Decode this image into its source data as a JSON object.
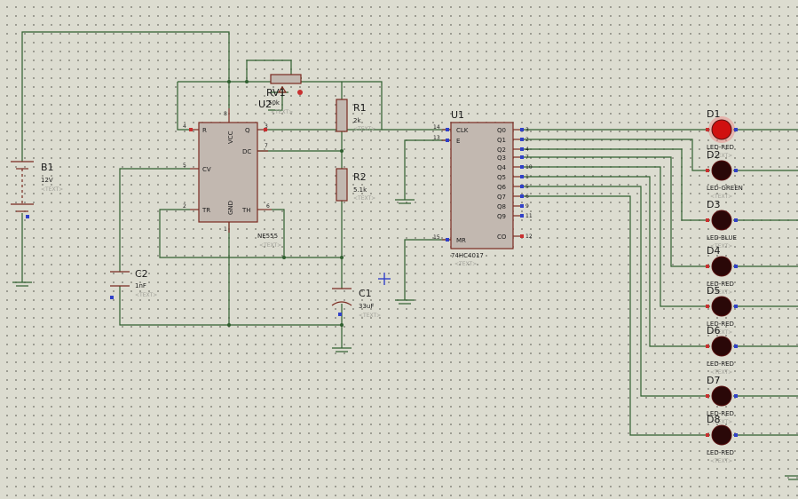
{
  "components": {
    "battery": {
      "ref": "B1",
      "value": "12V",
      "sub": "<TEXT>"
    },
    "timer": {
      "ref": "U2",
      "part": "NE555",
      "sub": "<TEXT>",
      "pins": {
        "r": "R",
        "vcc": "VCC",
        "q": "Q",
        "dc": "DC",
        "cv": "CV",
        "tr": "TR",
        "gnd": "GND",
        "th": "TH"
      },
      "nums": {
        "p4": "4",
        "p8": "8",
        "p3": "3",
        "p7": "7",
        "p5": "5",
        "p2": "2",
        "p1": "1",
        "p6": "6"
      }
    },
    "pot": {
      "ref": "RV1",
      "value": "50k",
      "sub": "<TEXT>"
    },
    "r1": {
      "ref": "R1",
      "value": "2k",
      "sub": "<TEXT>"
    },
    "r2": {
      "ref": "R2",
      "value": "5.1k",
      "sub": "<TEXT>"
    },
    "c1": {
      "ref": "C1",
      "value": "33uF",
      "sub": "<TEXT>"
    },
    "c2": {
      "ref": "C2",
      "value": "1nF",
      "sub": "<TEXT>"
    },
    "counter": {
      "ref": "U1",
      "part": "74HC4017",
      "sub": "<TEXT>",
      "left_pins": [
        {
          "label": "CLK",
          "num": "14"
        },
        {
          "label": "E",
          "num": "13"
        },
        {
          "label": "MR",
          "num": "15"
        }
      ],
      "right_pins": [
        {
          "label": "Q0",
          "num": "3"
        },
        {
          "label": "Q1",
          "num": "2"
        },
        {
          "label": "Q2",
          "num": "4"
        },
        {
          "label": "Q3",
          "num": "7"
        },
        {
          "label": "Q4",
          "num": "10"
        },
        {
          "label": "Q5",
          "num": "1"
        },
        {
          "label": "Q6",
          "num": "5"
        },
        {
          "label": "Q7",
          "num": "6"
        },
        {
          "label": "Q8",
          "num": "9"
        },
        {
          "label": "Q9",
          "num": "11"
        },
        {
          "label": "CO",
          "num": "12"
        }
      ]
    },
    "leds": [
      {
        "ref": "D1",
        "type": "LED-RED",
        "sub": "<TEXT>",
        "lit": true
      },
      {
        "ref": "D2",
        "type": "LED-GREEN",
        "sub": "<TEXT>",
        "lit": false
      },
      {
        "ref": "D3",
        "type": "LED-BLUE",
        "sub": "<TEXT>",
        "lit": false
      },
      {
        "ref": "D4",
        "type": "LED-RED",
        "sub": "<TEXT>",
        "lit": false
      },
      {
        "ref": "D5",
        "type": "LED-RED",
        "sub": "<TEXT>",
        "lit": false
      },
      {
        "ref": "D6",
        "type": "LED-RED",
        "sub": "<TEXT>",
        "lit": false
      },
      {
        "ref": "D7",
        "type": "LED-RED",
        "sub": "<TEXT>",
        "lit": false
      },
      {
        "ref": "D8",
        "type": "LED-RED",
        "sub": "<TEXT>",
        "lit": false
      }
    ]
  },
  "colors": {
    "background": "#dcdcd0",
    "grid_dot": "#8a8a80",
    "wire": "#2f5f2f",
    "component_outline": "#7a2a20",
    "component_fill": "#c2b8b0",
    "led_lit": "#d01010",
    "led_off": "#2a0808",
    "pin_dot_red": "#c83030",
    "pin_dot_blue": "#3040c8"
  }
}
